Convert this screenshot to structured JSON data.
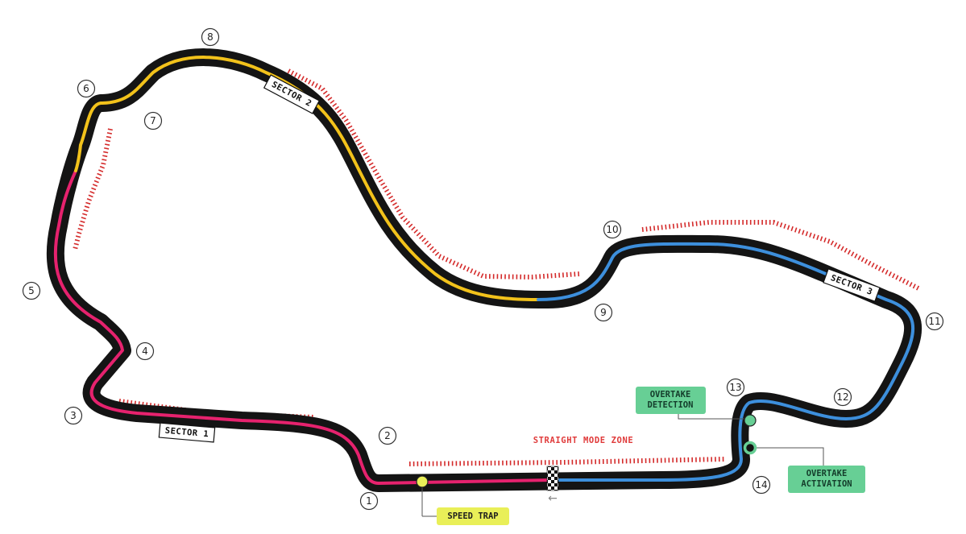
{
  "colors": {
    "track": "#141414",
    "sector1": "#e6226e",
    "sector2": "#f2c21b",
    "sector3": "#3d8fdc",
    "kerb": "#d42a2a",
    "tag_fill": "#67cf95",
    "speed_trap": "#e9ef58",
    "zone_text": "#e03a3a"
  },
  "turns": [
    "1",
    "2",
    "3",
    "4",
    "5",
    "6",
    "7",
    "8",
    "9",
    "10",
    "11",
    "12",
    "13",
    "14"
  ],
  "sectors": {
    "s1": "SECTOR 1",
    "s2": "SECTOR 2",
    "s3": "SECTOR 3"
  },
  "labels": {
    "speed_trap": "SPEED TRAP",
    "straight_mode_zone": "STRAIGHT MODE ZONE",
    "overtake_detection_line1": "OVERTAKE",
    "overtake_detection_line2": "DETECTION",
    "overtake_activation_line1": "OVERTAKE",
    "overtake_activation_line2": "ACTIVATION",
    "arrow": "←"
  }
}
